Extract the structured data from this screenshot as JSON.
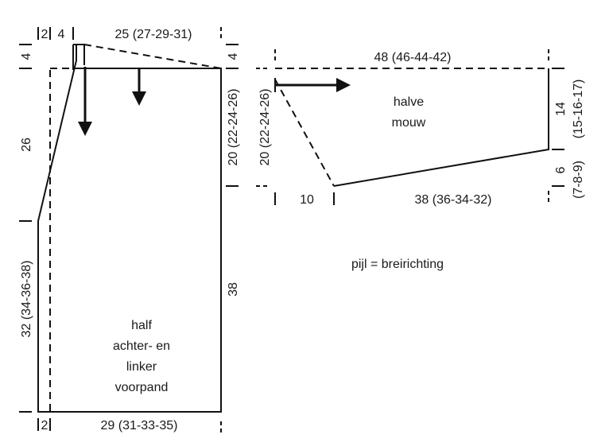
{
  "body_piece": {
    "title_lines": [
      "half",
      "achter- en",
      "linker",
      "voorpand"
    ],
    "dims": {
      "top_neck_small": "2",
      "top_neck_4": "4",
      "top_width": "25 (27-29-31)",
      "left_shoulder_4": "4",
      "right_shoulder_4": "4",
      "left_armhole": "26",
      "right_armhole": "20 (22-24-26)",
      "left_lower": "32 (34-36-38)",
      "right_lower": "38",
      "bottom_small": "2",
      "bottom_width": "29 (31-33-35)"
    }
  },
  "sleeve_piece": {
    "title_lines": [
      "halve",
      "mouw"
    ],
    "dims": {
      "top_length": "48 (46-44-42)",
      "left_height": "20 (22-24-26)",
      "right_upper": "14",
      "right_upper_sizes": "(15-16-17)",
      "right_lower": "6",
      "right_lower_sizes": "(7-8-9)",
      "bottom_small": "10",
      "bottom_length": "38 (36-34-32)"
    }
  },
  "legend": "pijl = breirichting"
}
